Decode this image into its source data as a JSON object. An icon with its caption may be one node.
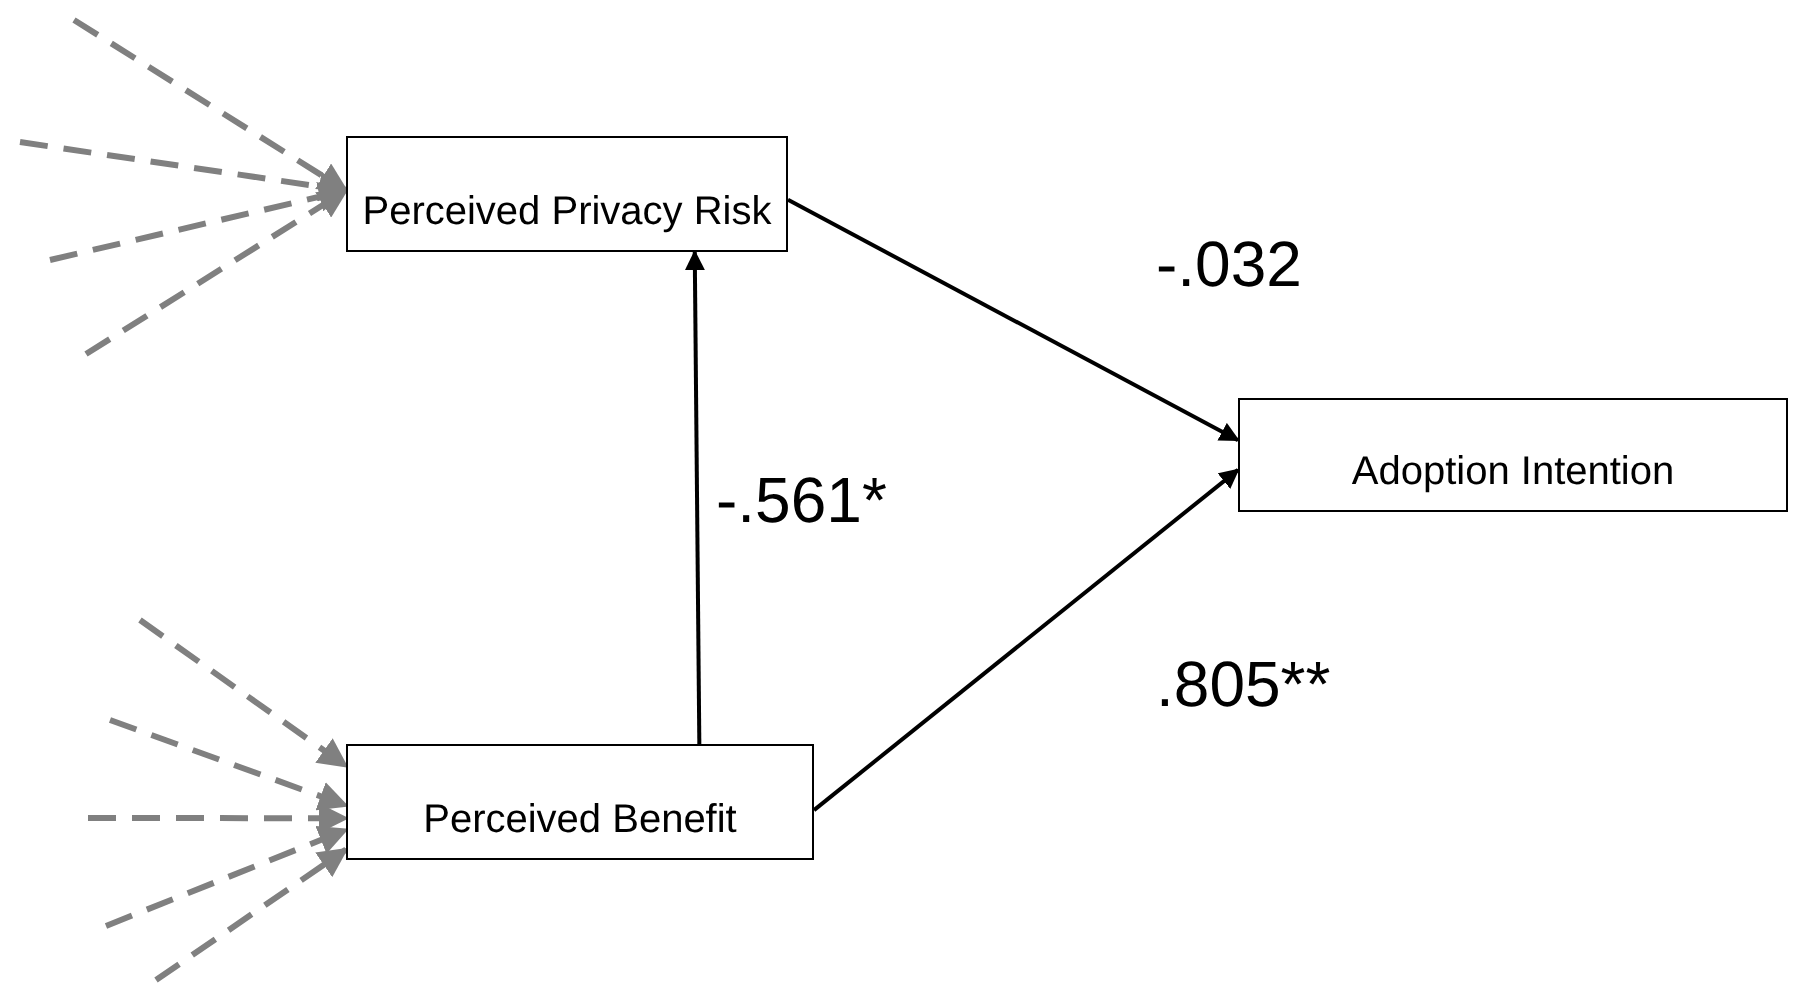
{
  "diagram": {
    "nodes": [
      {
        "text": [
          "Perceived Privacy Risk"
        ]
      },
      {
        "text": [
          "Adoption Intention"
        ]
      },
      {
        "text": [
          "Perceived Benefit"
        ]
      }
    ],
    "edges": [
      {
        "from": 0,
        "to": 1,
        "arrow": "to",
        "label": "-.032",
        "color": "#000000"
      },
      {
        "from": 2,
        "to": 0,
        "arrow": "to",
        "label": "-.561*",
        "color": "#000000"
      },
      {
        "from": 2,
        "to": 1,
        "arrow": "to",
        "label": ".805**",
        "color": "#000000"
      },
      {
        "from": null,
        "to": 0,
        "arrow": "to",
        "style": "dashed"
      },
      {
        "from": null,
        "to": 0,
        "arrow": "to",
        "style": "dashed"
      },
      {
        "from": null,
        "to": 0,
        "arrow": "to",
        "style": "dashed"
      },
      {
        "from": null,
        "to": 0,
        "arrow": "to",
        "style": "dashed"
      },
      {
        "from": null,
        "to": 2,
        "arrow": "to",
        "style": "dashed"
      },
      {
        "from": null,
        "to": 2,
        "arrow": "to",
        "style": "dashed"
      },
      {
        "from": null,
        "to": 2,
        "arrow": "to",
        "style": "dashed"
      },
      {
        "from": null,
        "to": 2,
        "arrow": "to",
        "style": "dashed"
      },
      {
        "from": null,
        "to": 2,
        "arrow": "to",
        "style": "dashed"
      }
    ]
  }
}
